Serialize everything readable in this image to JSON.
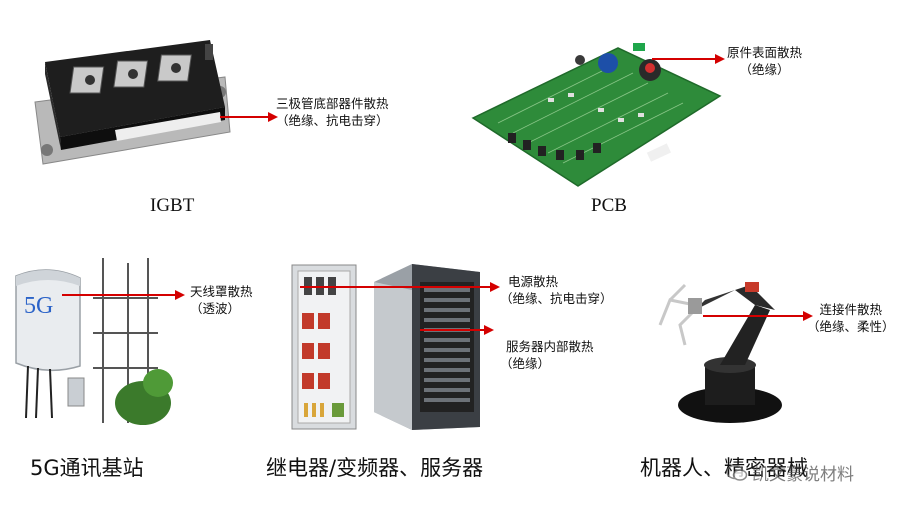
{
  "items": [
    {
      "caption": "IGBT",
      "note_line1": "三极管底部器件散热",
      "note_line2": "（绝缘、抗电击穿）"
    },
    {
      "caption": "PCB",
      "note_line1": "原件表面散热",
      "note_line2": "（绝缘）"
    },
    {
      "caption": "5G通讯基站",
      "note_line1": "天线罩散热",
      "note_line2": "（透波）"
    },
    {
      "caption": "继电器/变频器、服务器",
      "note_line1": "电源散热",
      "note_line2": "（绝缘、抗电击穿）",
      "note2_line1": "服务器内部散热",
      "note2_line2": "（绝缘）"
    },
    {
      "caption": "机器人、精密器械",
      "note_line1": "连接件散热",
      "note_line2": "（绝缘、柔性）"
    }
  ],
  "antenna_text": "5G",
  "watermark": "凯文豪说材料",
  "colors": {
    "arrow": "#d40000"
  }
}
